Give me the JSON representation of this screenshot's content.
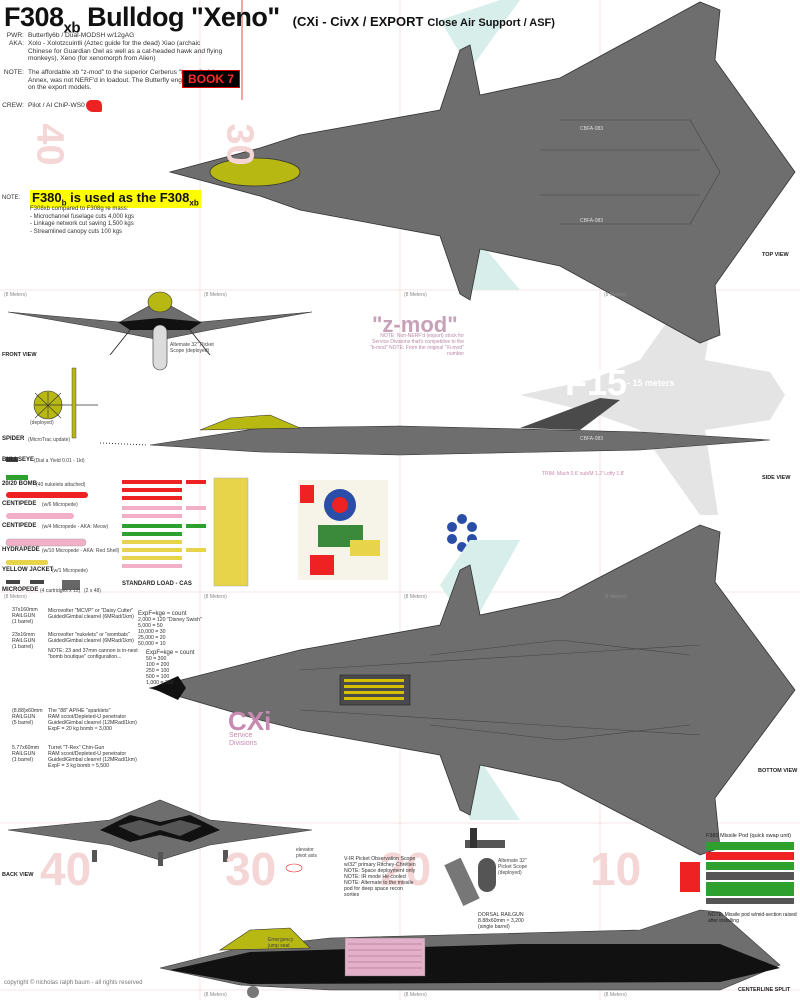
{
  "title": {
    "main": "F308",
    "main_sub": "xb",
    "name": " Bulldog \"Xeno\"",
    "subtitle_pre": "(CXi - CivX / EXPORT",
    "subtitle_post": "Close Air Support / ASF)"
  },
  "info": [
    {
      "key": "PWR:",
      "value": "Butterfly6b / Dual-MODSH w/12gAG"
    },
    {
      "key": "AKA:",
      "value": "Xolo - Xolotzcuintli (Aztec guide for the dead) Xiao (archaic Chinese for Guardian Owl as well as a cat-headed hawk and flying monkeys), Xeno (for xenomorph from Alien)"
    },
    {
      "key": "NOTE:",
      "value": "The affordable xb \"z-mod\" to the superior Cerberus \"b-mod\" of the Annex, was not NERF'd in loadout. The Butterfly engines were cut on the export models."
    },
    {
      "key": "CREW:",
      "value": "Pilot / AI ChiP-WS0"
    }
  ],
  "book": "BOOK 7",
  "note2": {
    "key": "NOTE:",
    "headline": "F380",
    "headline_sub": "b",
    "headline_mid": " is used as the F308",
    "headline_sub2": "xb",
    "lines": [
      "F308xb compared to F308g re mass:",
      "- Microchannel fuselage cuts 4,000 kgs",
      "- Linkage network cut saving 1,500 kgs",
      "- Streamlined canopy cuts 100 kgs"
    ]
  },
  "views": {
    "top": "TOP VIEW",
    "front": "FRONT VIEW",
    "side": "SIDE VIEW",
    "bottom": "BOTTOM VIEW",
    "back": "BACK VIEW",
    "centerline": "CENTERLINE SPLIT"
  },
  "scale_numbers": [
    "40",
    "30",
    "20",
    "10"
  ],
  "hull_markings": [
    "CBFA-083",
    "CBFA-083",
    "CBFA-083"
  ],
  "picket": {
    "front": "Alternate 32\" Picket Scope (deployed)",
    "deployed": "(deployed)",
    "back": "Alternate 32\" Picket Scope (deployed)"
  },
  "zmod": {
    "title": "\"z-mod\"",
    "note": "NOTE: Non-NERF'd (export) stock for Service Divisions that's competitive to the \"b-mod\" NOTE: From the original \"Xi-mod\" number"
  },
  "f15": {
    "label": "F15",
    "sub": "- 15 meters"
  },
  "trim": "TRIM: Mach 0.6' sub/M 1.2' Lofty 1.8'",
  "weapons": [
    {
      "name": "SPIDER",
      "note": "(MicroTrac update)"
    },
    {
      "name": "BULLSEYE",
      "note": "(Dial a Yield 0.01 - 1kt)"
    },
    {
      "name": "20/20 BOMB",
      "note": "(40 nukelets attached)"
    },
    {
      "name": "CENTIPEDE",
      "note": "(w/6 Micropede)"
    },
    {
      "name": "CENTIPEDE",
      "note": "(w/4 Micropede - AKA: Meow)"
    },
    {
      "name": "HYDRAPEDE",
      "note": "(w/10 Micropede - AKA: Red Shell)"
    },
    {
      "name": "YELLOW JACKET",
      "note": "(w/1 Micropede)"
    },
    {
      "name": "MICROPEDE",
      "note": "(4 cartridges x 12)"
    }
  ],
  "micropede_extra": "(2 x 48)",
  "standard_load": "STANDARD LOAD - CAS",
  "guns": [
    {
      "caliber": "37x160mm",
      "type": "RAILGUN",
      "count": "(1 barrel)",
      "desc": [
        "Microvolter \"MCVP\" or \"Daisy Cutter\"",
        "Guided/Gimbal clearrel (6MRad/1km)"
      ]
    },
    {
      "caliber": "23x16mm",
      "type": "RAILGUN",
      "count": "(1 barrel)",
      "desc": [
        "Microvolter \"nukelets\" or \"wombats\"",
        "Guided/Gimbal clearrel (6MRad/1km)",
        "NOTE: 23 and 37mm cannon is in-nest",
        "\"bomb boutique\" configuration..."
      ]
    },
    {
      "caliber": "(8.88)x60mm",
      "type": "RAILGUN",
      "count": "(5 barrel)",
      "desc": [
        "The \"88\" AP/HE \"sparklets\"",
        "RAM scoot/Depleted-U penetrator",
        "Guided/Gimbal clearrel (12MRad/1km)",
        "ExpF = 20 kg bomb ≈ 3,000"
      ]
    },
    {
      "caliber": "5.77x60mm",
      "type": "RAILGUN",
      "count": "(1 barrel)",
      "desc": [
        "Turret \"T-Rex\" Chin-Gun",
        "RAM scoot/Depleted-U penetrator",
        "Guided/Gimbal clearrel (12MRad/1km)",
        "ExpF = 3 kg bomb ≈ 5,500"
      ]
    }
  ],
  "expf1": {
    "head": "ExpF=kge ≈ count",
    "rows": [
      "2,000 = 120 \"Disney Swish\"",
      "5,000 = 50",
      "10,000 = 30",
      "25,000 = 20",
      "50,000 = 10"
    ]
  },
  "expf2": {
    "head": "ExpF=kge ≈ count",
    "rows": [
      "50 = 300",
      "100 = 200",
      "250 = 100",
      "500 = 100",
      "1,000 = 300"
    ]
  },
  "cxi": {
    "title": "CXi",
    "sub": "Service Divisions"
  },
  "elevator": "elevator pivot axis",
  "emergency": "Emergency jump seat",
  "vir": {
    "title": "V-IR Picket Observation Scope",
    "lines": [
      "w/32\" primary Ritchey-Chrétien",
      "NOTE: Space deployment only",
      "NOTE: IR mode He cooled",
      "NOTE: Alternate to the missile pod for deep space recon sorties"
    ]
  },
  "dorsal": {
    "title": "DORSAL RAILGUN",
    "sub": "8.88x60mm ≈ 3,200",
    "sub2": "(single barrel)"
  },
  "pod": {
    "title": "F380 Missile Pod (quick swap unit)",
    "note": "NOTE: Missile pod w/mid-section raised after installing"
  },
  "copyright": "copyright © nicholas ralph baum - all rights reserved",
  "measure": "(8 Meters)",
  "colors": {
    "hull": "#6e6e6e",
    "hull_dark": "#4a4a4a",
    "canopy": "#b8b812",
    "shadow": "#d8eeea",
    "red": "#ff2a2a"
  }
}
